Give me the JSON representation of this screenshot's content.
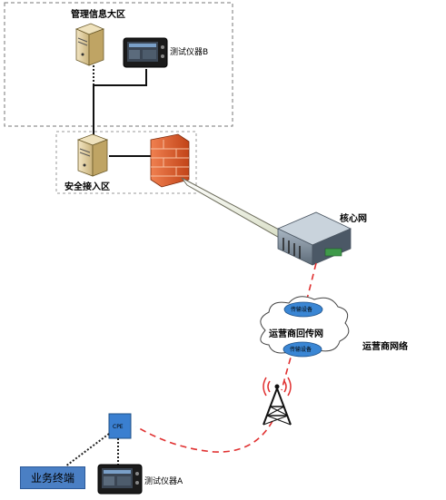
{
  "zones": {
    "management": "管理信息大区",
    "secure_access": "安全接入区"
  },
  "nodes": {
    "instrument_b": "测试仪器B",
    "instrument_a": "测试仪器A",
    "core_network": "核心网",
    "backhaul_cloud": "运营商回传网",
    "transport_top": "传输设备",
    "transport_bottom": "传输设备",
    "operator_network": "运营商网络",
    "cpe": "CPE",
    "business_terminal": "业务终端"
  },
  "colors": {
    "link_red": "#e03030",
    "terminal_blue": "#4a7fc4",
    "cpe_blue": "#3a7fd0",
    "firewall_orange": "#e06030"
  }
}
